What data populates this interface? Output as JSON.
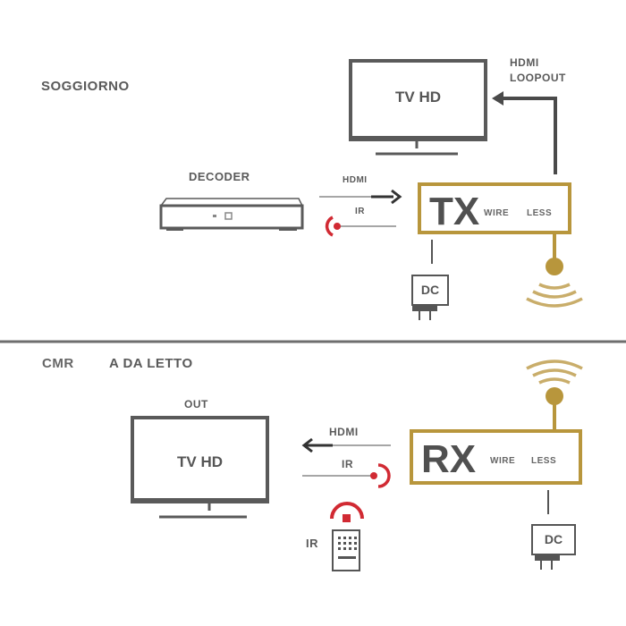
{
  "colors": {
    "gold": "#b8963c",
    "ir_red": "#d12a33",
    "dark": "#555555",
    "divider": "#6e6e6e"
  },
  "top_section": {
    "room_label": "SOGGIORNO",
    "tv_label": "TV HD",
    "loopout_label_line1": "HDMI",
    "loopout_label_line2": "LOOPOUT",
    "decoder_label": "DECODER",
    "hdmi_label": "HDMI",
    "ir_label": "IR",
    "tx_label": "TX",
    "tx_wireless_1": "WIRE",
    "tx_wireless_2": "LESS",
    "dc_label": "DC"
  },
  "bottom_section": {
    "room_label_1": "CMR",
    "room_label_2": "A DA LETTO",
    "out_label": "OUT",
    "tv_label": "TV HD",
    "hdmi_label": "HDMI",
    "ir_label": "IR",
    "remote_ir_label": "IR",
    "rx_label": "RX",
    "rx_wireless_1": "WIRE",
    "rx_wireless_2": "LESS",
    "dc_label": "DC"
  }
}
